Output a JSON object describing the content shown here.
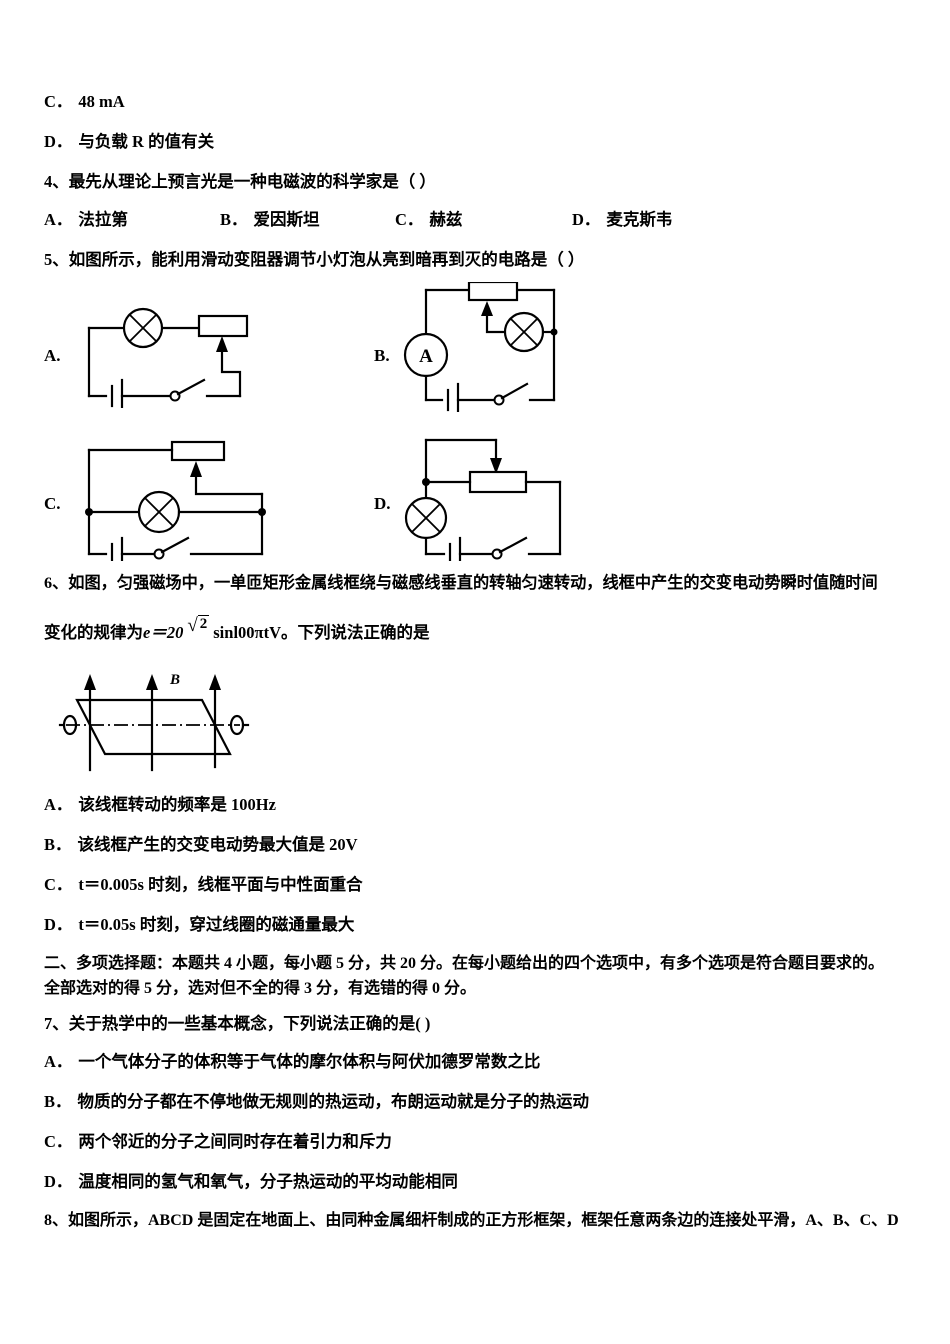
{
  "document": {
    "type": "physics-exam-page",
    "language": "zh-CN"
  },
  "q3_options": [
    {
      "label": "C．",
      "text": "48 mA"
    },
    {
      "label": "D．",
      "text": "与负载 R 的值有关"
    }
  ],
  "q4": {
    "stem": "4、最先从理论上预言光是一种电磁波的科学家是（      ）",
    "options": [
      {
        "label": "A．",
        "text": "法拉第"
      },
      {
        "label": "B．",
        "text": "爱因斯坦"
      },
      {
        "label": "C．",
        "text": "赫兹"
      },
      {
        "label": "D．",
        "text": "麦克斯韦"
      }
    ]
  },
  "q5": {
    "stem": "5、如图所示，能利用滑动变阻器调节小灯泡从亮到暗再到灭的电路是（ ）",
    "circuit_labels": [
      "A.",
      "B.",
      "C.",
      "D."
    ],
    "circuits": [
      {
        "id": "A",
        "components": [
          "lamp",
          "rheostat",
          "battery",
          "switch"
        ]
      },
      {
        "id": "B",
        "components": [
          "ammeter",
          "rheostat",
          "lamp",
          "battery",
          "switch"
        ]
      },
      {
        "id": "C",
        "components": [
          "rheostat",
          "lamp",
          "battery",
          "switch"
        ]
      },
      {
        "id": "D",
        "components": [
          "lamp",
          "rheostat",
          "battery",
          "switch"
        ]
      }
    ],
    "ammeter_glyph": "A"
  },
  "q6": {
    "stem_part1": "6、如图，匀强磁场中，一单匝矩形金属线框绕与磁感线垂直的转轴匀速转动，线框中产生的交变电动势瞬时值随时间",
    "stem_part2_pre": "变化的规律为",
    "formula_e": "e＝20",
    "formula_radicand": "2",
    "formula_tail": "sinl00πtV",
    "stem_part2_post": "。下列说法正确的是",
    "figure_label_B": "B",
    "options": [
      {
        "label": "A．",
        "text": "该线框转动的频率是 100Hz"
      },
      {
        "label": "B．",
        "text": "该线框产生的交变电动势最大值是 20V"
      },
      {
        "label": "C．",
        "text": "t＝0.005s 时刻，线框平面与中性面重合"
      },
      {
        "label": "D．",
        "text": "t＝0.05s 时刻，穿过线圈的磁通量最大"
      }
    ]
  },
  "section2": {
    "heading_line1": "二、多项选择题：本题共 4 小题，每小题 5 分，共 20 分。在每小题给出的四个选项中，有多个选项是符合题目要求的。",
    "heading_line2": "全部选对的得 5 分，选对但不全的得 3 分，有选错的得 0 分。"
  },
  "q7": {
    "stem": "7、关于热学中的一些基本概念，下列说法正确的是(    )",
    "options": [
      {
        "label": "A．",
        "text": "一个气体分子的体积等于气体的摩尔体积与阿伏加德罗常数之比"
      },
      {
        "label": "B．",
        "text": "物质的分子都在不停地做无规则的热运动，布朗运动就是分子的热运动"
      },
      {
        "label": "C．",
        "text": "两个邻近的分子之间同时存在着引力和斥力"
      },
      {
        "label": "D．",
        "text": "温度相同的氢气和氧气，分子热运动的平均动能相同"
      }
    ]
  },
  "q8": {
    "stem": "8、如图所示，ABCD 是固定在地面上、由同种金属细杆制成的正方形框架，框架任意两条边的连接处平滑，A、B、C、D"
  },
  "colors": {
    "ink": "#111111",
    "line": "#000000",
    "paper": "#ffffff"
  }
}
